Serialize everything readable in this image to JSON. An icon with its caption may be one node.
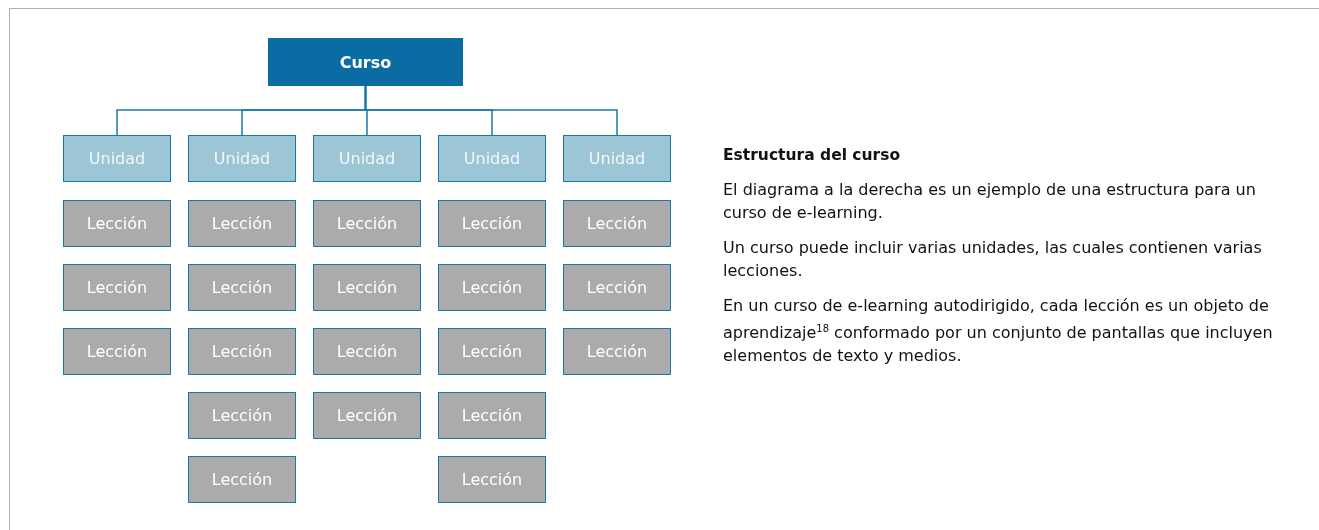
{
  "diagram": {
    "nodes": [
      {
        "text": [
          "Curso"
        ]
      },
      {
        "text": [
          "Unidad"
        ]
      },
      {
        "text": [
          "Unidad"
        ]
      },
      {
        "text": [
          "Unidad"
        ]
      },
      {
        "text": [
          "Unidad"
        ]
      },
      {
        "text": [
          "Unidad"
        ]
      },
      {
        "text": [
          "Lección"
        ]
      },
      {
        "text": [
          "Lección"
        ]
      },
      {
        "text": [
          "Lección"
        ]
      },
      {
        "text": [
          "Lección"
        ]
      },
      {
        "text": [
          "Lección"
        ]
      },
      {
        "text": [
          "Lección"
        ]
      },
      {
        "text": [
          "Lección"
        ]
      },
      {
        "text": [
          "Lección"
        ]
      },
      {
        "text": [
          "Lección"
        ]
      },
      {
        "text": [
          "Lección"
        ]
      },
      {
        "text": [
          "Lección"
        ]
      },
      {
        "text": [
          "Lección"
        ]
      },
      {
        "text": [
          "Lección"
        ]
      },
      {
        "text": [
          "Lección"
        ]
      },
      {
        "text": [
          "Lección"
        ]
      },
      {
        "text": [
          "Lección"
        ]
      },
      {
        "text": [
          "Lección"
        ]
      },
      {
        "text": [
          "Lección"
        ]
      },
      {
        "text": [
          "Lección"
        ]
      },
      {
        "text": [
          "Lección"
        ]
      }
    ],
    "edges": [
      {
        "from": 0,
        "to": 1,
        "arrow": "none"
      },
      {
        "from": 0,
        "to": 2,
        "arrow": "none"
      },
      {
        "from": 0,
        "to": 3,
        "arrow": "none"
      },
      {
        "from": 0,
        "to": 4,
        "arrow": "none"
      },
      {
        "from": 0,
        "to": 5,
        "arrow": "none"
      }
    ],
    "labels": [
      "Estructura del curso",
      "El diagrama a la derecha es un ejemplo de una estructura para un curso de e-learning.",
      "Un curso puede incluir varias unidades, las cuales contienen varias lecciones.",
      "En un curso de e-learning autodirigido, cada lección es un objeto de aprendizaje$^{18}$ conformado por un conjunto de pantallas que incluyen elementos de texto y medios."
    ]
  }
}
